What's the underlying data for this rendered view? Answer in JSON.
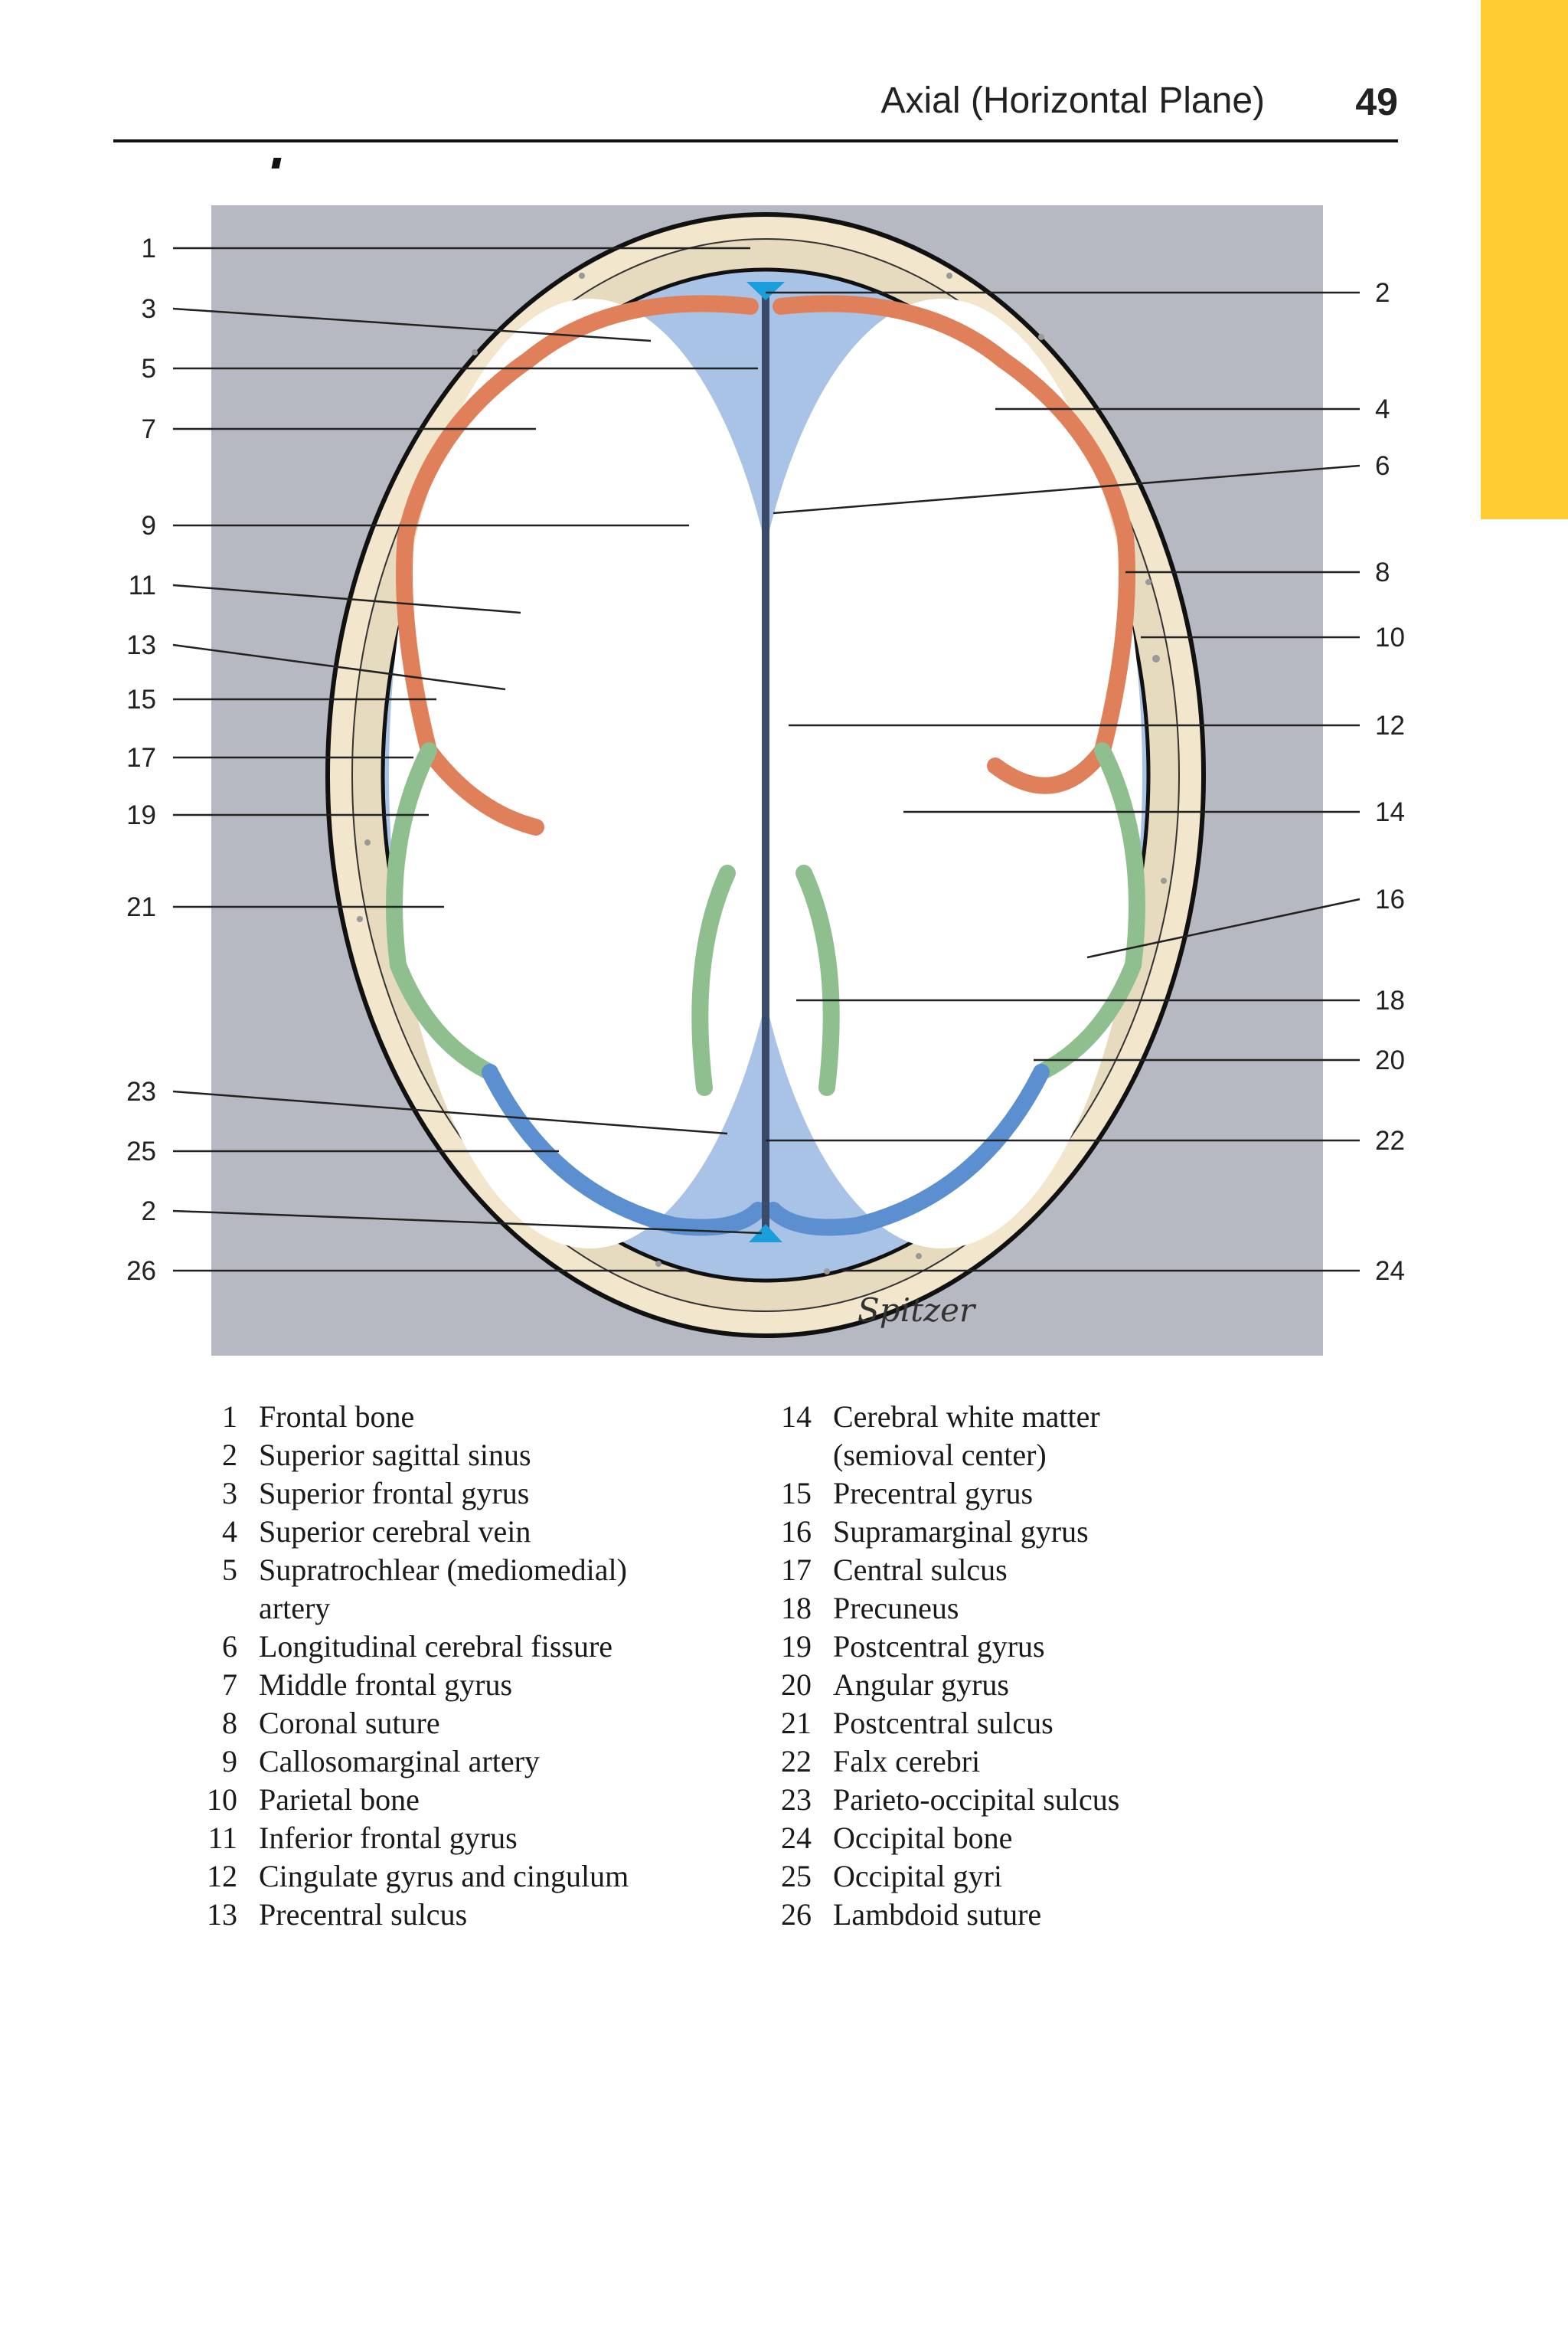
{
  "header": {
    "title": "Axial (Horizontal Plane)",
    "page_number": "49"
  },
  "figure": {
    "signature": "Spitzer",
    "colors": {
      "background": "#b6b9c1",
      "bone": "#e6dbbf",
      "bone_outer": "#f2e6cc",
      "csf": "#a9c3e6",
      "white_matter": "#ffffff",
      "frontal_outline": "#e0805a",
      "parietal_outline": "#8fbf8f",
      "occipital_outline": "#5b8fcf",
      "sinus": "#1a9fdc"
    },
    "left_callouts": [
      "1",
      "3",
      "5",
      "7",
      "9",
      "11",
      "13",
      "15",
      "17",
      "19",
      "21",
      "23",
      "25",
      "2",
      "26"
    ],
    "right_callouts": [
      "2",
      "4",
      "6",
      "8",
      "10",
      "12",
      "14",
      "16",
      "18",
      "20",
      "22",
      "24"
    ]
  },
  "legend": {
    "left": [
      {
        "n": "1",
        "t": "Frontal bone"
      },
      {
        "n": "2",
        "t": "Superior sagittal sinus"
      },
      {
        "n": "3",
        "t": "Superior frontal gyrus"
      },
      {
        "n": "4",
        "t": "Superior cerebral vein"
      },
      {
        "n": "5",
        "t": "Supratrochlear (mediomedial)",
        "c": "artery"
      },
      {
        "n": "6",
        "t": "Longitudinal cerebral fissure"
      },
      {
        "n": "7",
        "t": "Middle frontal gyrus"
      },
      {
        "n": "8",
        "t": "Coronal suture"
      },
      {
        "n": "9",
        "t": "Callosomarginal artery"
      },
      {
        "n": "10",
        "t": "Parietal bone"
      },
      {
        "n": "11",
        "t": "Inferior frontal gyrus"
      },
      {
        "n": "12",
        "t": "Cingulate gyrus and cingulum"
      },
      {
        "n": "13",
        "t": "Precentral sulcus"
      }
    ],
    "right": [
      {
        "n": "14",
        "t": "Cerebral white matter",
        "c": "(semioval center)"
      },
      {
        "n": "15",
        "t": "Precentral gyrus"
      },
      {
        "n": "16",
        "t": "Supramarginal gyrus"
      },
      {
        "n": "17",
        "t": "Central sulcus"
      },
      {
        "n": "18",
        "t": "Precuneus"
      },
      {
        "n": "19",
        "t": "Postcentral gyrus"
      },
      {
        "n": "20",
        "t": "Angular gyrus"
      },
      {
        "n": "21",
        "t": "Postcentral sulcus"
      },
      {
        "n": "22",
        "t": "Falx cerebri"
      },
      {
        "n": "23",
        "t": "Parieto-occipital sulcus"
      },
      {
        "n": "24",
        "t": "Occipital bone"
      },
      {
        "n": "25",
        "t": "Occipital gyri"
      },
      {
        "n": "26",
        "t": "Lambdoid suture"
      }
    ]
  }
}
